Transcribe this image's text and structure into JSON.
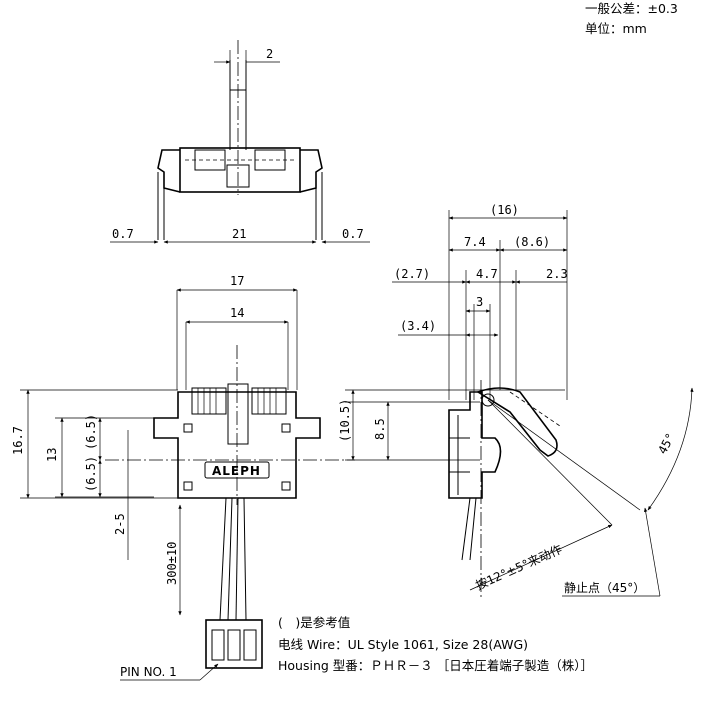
{
  "header_notes": {
    "tolerance": "一般公差：±0.3",
    "unit": "单位：mm"
  },
  "top_view_dims": {
    "d_2": "2",
    "d_21": "21",
    "d_07_left": "0.7",
    "d_07_right": "0.7"
  },
  "front_view_dims": {
    "d_17": "17",
    "d_14": "14",
    "d_16_7": "16.7",
    "d_13": "13",
    "d_6_5_top": "(6.5)",
    "d_6_5_bottom": "(6.5)",
    "d_2_5": "2-5",
    "d_300": "300±10",
    "logo": "ALEPH"
  },
  "side_view_dims": {
    "d_16": "(16)",
    "d_7_4": "7.4",
    "d_8_6": "(8.6)",
    "d_2_7": "(2.7)",
    "d_4_7": "4.7",
    "d_2_3": "2.3",
    "d_3": "3",
    "d_3_4": "(3.4)",
    "d_10_5": "(10.5)",
    "d_8_5": "8.5",
    "angle_45": "45°",
    "actuation": "按12°±5°来动作",
    "rest_point": "静止点（45°）"
  },
  "notes": {
    "reference": "(　)是参考值",
    "wire": "电线 Wire：UL Style 1061, Size 28(AWG)",
    "housing": "Housing 型番：ＰＨＲ－３ ［日本圧着端子製造（株）］",
    "pin": "PIN NO. 1"
  }
}
